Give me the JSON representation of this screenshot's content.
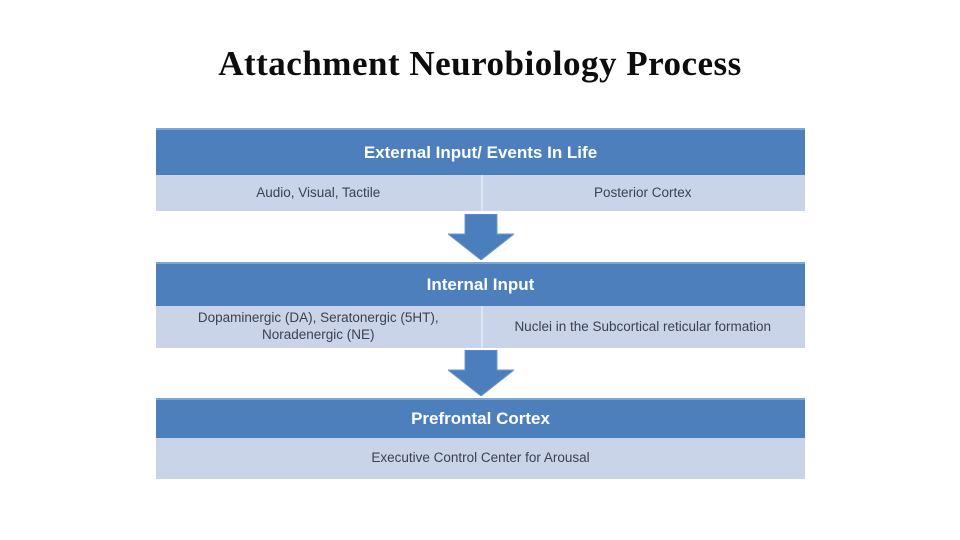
{
  "title": "Attachment Neurobiology Process",
  "colors": {
    "header_blue": "#4d7fbd",
    "header_top_edge": "#7fa5d1",
    "row_light_blue": "#c9d4e8",
    "cell_divider": "#dde6f3",
    "arrow_blue": "#4a7ebc",
    "header_text": "#ffffff",
    "body_text": "#3c4150",
    "title_text": "#0d0d0d",
    "background": "#ffffff"
  },
  "blocks": [
    {
      "header": "External Input/ Events In Life",
      "cells": [
        "Audio, Visual, Tactile",
        "Posterior Cortex"
      ]
    },
    {
      "header": "Internal Input",
      "cells": [
        "Dopaminergic (DA), Seratonergic (5HT), Noradenergic (NE)",
        "Nuclei in the Subcortical reticular formation"
      ]
    },
    {
      "header": "Prefrontal Cortex",
      "cells": [
        "Executive Control Center for Arousal"
      ]
    }
  ],
  "icons": {
    "arrow": "down-arrow"
  }
}
